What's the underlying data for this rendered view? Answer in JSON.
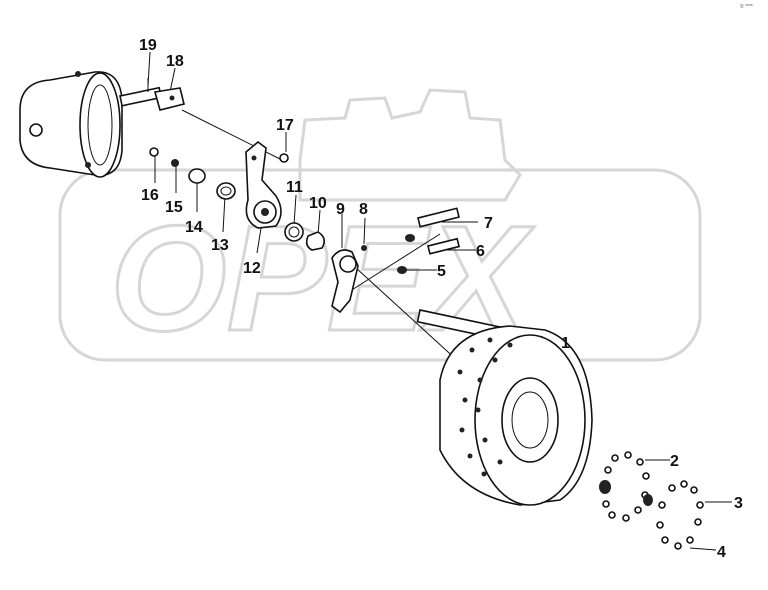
{
  "watermark": {
    "text": "OPEX",
    "color": "#d6d6d6"
  },
  "corner_mark": "© ****",
  "callouts": [
    "1",
    "2",
    "3",
    "4",
    "5",
    "6",
    "7",
    "8",
    "9",
    "10",
    "11",
    "12",
    "13",
    "14",
    "15",
    "16",
    "17",
    "18",
    "19"
  ],
  "colors": {
    "line": "#111111",
    "background": "#ffffff"
  }
}
